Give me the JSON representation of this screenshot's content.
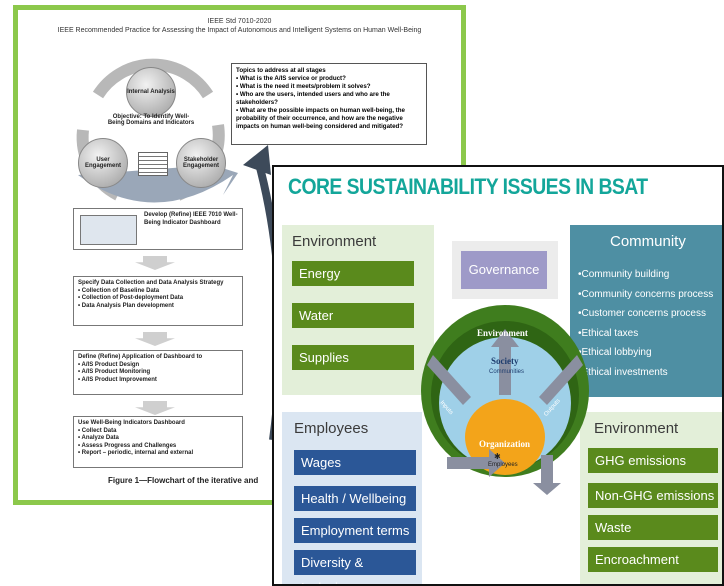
{
  "ieee": {
    "header_line1": "IEEE Std 7010-2020",
    "header_line2": "IEEE Recommended Practice for Assessing the Impact of Autonomous and Intelligent Systems on Human Well-Being",
    "topics_title": "Topics to address at all stages",
    "topics": [
      "• What is the A/IS service or product?",
      "• What is the need it meets/problem it solves?",
      "• Who are the users, intended users and who are the stakeholders?",
      "• What are the possible impacts on human well-being, the probability of their occurrence, and how are the negative impacts on human well-being considered and mitigated?"
    ],
    "cycle": {
      "internal": "Internal Analysis",
      "objective": "Objective: To Identify Well-Being Domains and Indicators",
      "user": "User Engagement",
      "stakeholder": "Stakeholder Engagement"
    },
    "steps": [
      {
        "title": "Develop (Refine) IEEE 7010 Well-Being Indicator Dashboard",
        "items": []
      },
      {
        "title": "Specify Data Collection and Data Analysis Strategy",
        "items": [
          "• Collection of Baseline Data",
          "• Collection of Post-deployment Data",
          "• Data Analysis Plan development"
        ]
      },
      {
        "title": "Define (Refine) Application of Dashboard to",
        "items": [
          "• A/IS Product Design",
          "• A/IS Product Monitoring",
          "• A/IS Product Improvement"
        ]
      },
      {
        "title": "Use Well-Being Indicators Dashboard",
        "items": [
          "• Collect Data",
          "• Analyze Data",
          "• Assess Progress and Challenges",
          "• Report – periodic, internal and external"
        ]
      }
    ],
    "caption": "Figure 1—Flowchart of the iterative and"
  },
  "bsat": {
    "title": "CORE SUSTAINABILITY ISSUES IN BSAT",
    "environment_top": {
      "title": "Environment",
      "items": [
        "Energy",
        "Water",
        "Supplies"
      ]
    },
    "governance": "Governance",
    "community": {
      "title": "Community",
      "items": [
        "•Community building",
        "•Community concerns process",
        "•Customer concerns process",
        "•Ethical taxes",
        "•Ethical lobbying",
        "•Ethical investments"
      ]
    },
    "employees": {
      "title": "Employees",
      "items": [
        "Wages",
        "Health / Wellbeing",
        "Employment terms",
        "Diversity & Inclusion"
      ]
    },
    "environment_bottom": {
      "title": "Environment",
      "items": [
        "GHG emissions",
        "Non-GHG emissions",
        "Waste",
        "Encroachment"
      ]
    },
    "diagram": {
      "ring_env": "Environment",
      "society": "Society",
      "communities": "Communities",
      "organization": "Organization",
      "employees": "Employees",
      "inputs": "Inputs",
      "outputs": "Outputs"
    },
    "colors": {
      "green_box": "#5a8a1c",
      "blue_box": "#2b5797",
      "teal_panel": "#4e8fa3",
      "title": "#13a69a"
    }
  }
}
